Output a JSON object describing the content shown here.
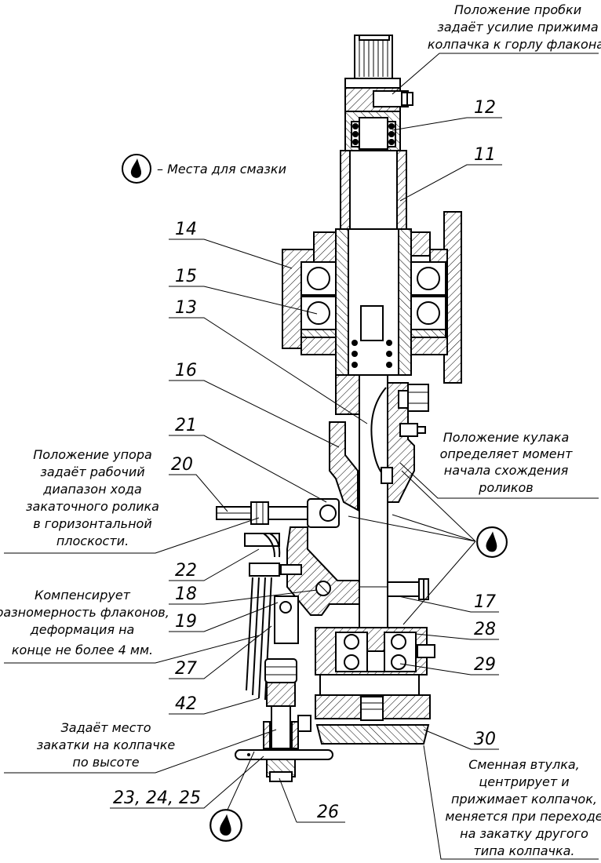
{
  "legend": {
    "icon": "oil-drop-icon",
    "text": "– Места для смазки"
  },
  "notes": {
    "plug": [
      "Положение пробки",
      "задаёт усилие прижима",
      "колпачка к горлу флакона."
    ],
    "cam": [
      "Положение кулака",
      "определяет момент",
      "начала схождения",
      "роликов"
    ],
    "stop": [
      "Положение упора",
      "задаёт рабочий",
      "диапазон хода",
      "закаточного ролика",
      "в горизонтальной",
      "плоскости."
    ],
    "compensate": [
      "Компенсирует",
      "разномерность флаконов,",
      "деформация на",
      "конце не более 4 мм."
    ],
    "height": [
      "Задаёт место",
      "закатки на колпачке",
      "по высоте"
    ],
    "bushing": [
      "Сменная втулка,",
      "центрирует и",
      "прижимает колпачок,",
      "меняется при переходе",
      "на закатку другого",
      "типа колпачка."
    ]
  },
  "labels": {
    "p12": "12",
    "p11": "11",
    "p14": "14",
    "p15": "15",
    "p13": "13",
    "p16": "16",
    "p21": "21",
    "p20": "20",
    "p22": "22",
    "p18": "18",
    "p19": "19",
    "p27": "27",
    "p42": "42",
    "p23": "23, 24, 25",
    "p26": "26",
    "p17": "17",
    "p28": "28",
    "p29": "29",
    "p30": "30"
  }
}
